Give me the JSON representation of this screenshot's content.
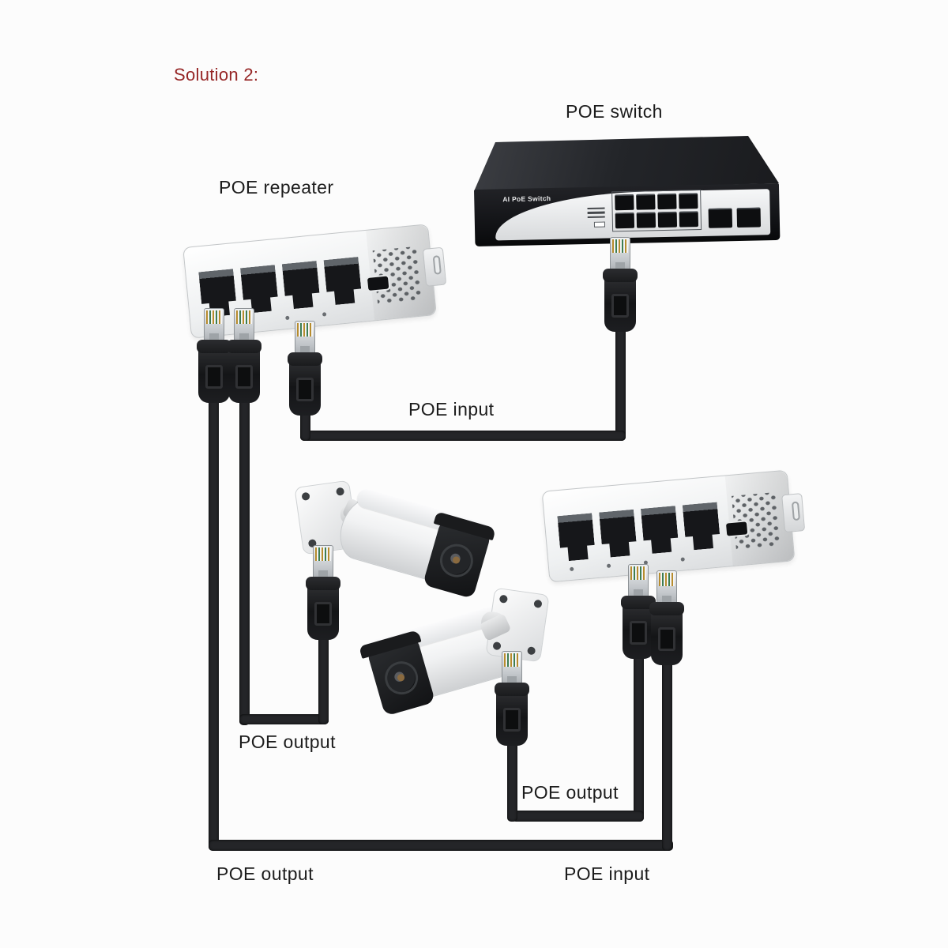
{
  "page": {
    "title": "Solution 2:",
    "title_color": "#962626",
    "background": "#fcfcfc"
  },
  "poe_switch": {
    "label": "POE switch",
    "front_text": "AI PoE Switch",
    "poe_ports": 8,
    "uplink_ports": 2,
    "body_color": "#16171a"
  },
  "poe_repeater": {
    "label": "POE repeater",
    "ports": 4,
    "body_color": "#f4f5f6",
    "count": 2
  },
  "cameras": {
    "count": 2,
    "type": "bullet security camera"
  },
  "cable_labels": {
    "input_top": "POE input",
    "output_cam1": "POE output",
    "output_cam2": "POE output",
    "output_chain": "POE output",
    "input_chain": "POE input"
  },
  "colors": {
    "cable": "#242528",
    "label_text": "#1c1c1c"
  },
  "connections": [
    "POE switch -> POE repeater 1 (POE input)",
    "POE repeater 1 -> camera 1 (POE output)",
    "POE repeater 1 -> POE repeater 2 (POE output -> POE input)",
    "POE repeater 2 -> camera 2 (POE output)"
  ]
}
